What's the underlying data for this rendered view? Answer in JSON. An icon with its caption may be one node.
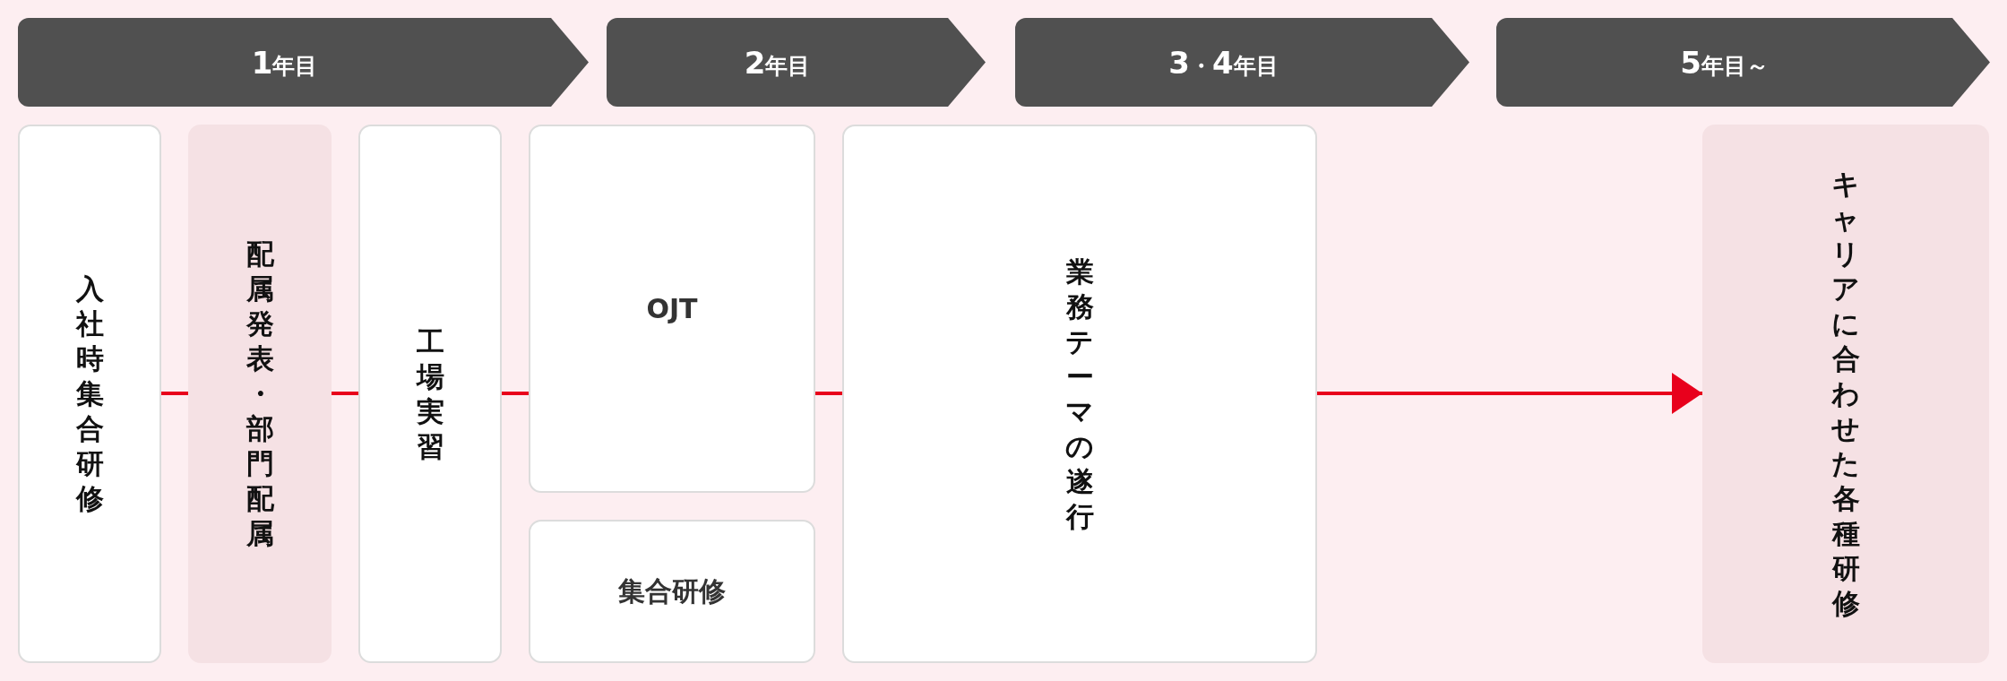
{
  "diagram": {
    "nodes": [
      {
        "text": [
          "1年目"
        ]
      },
      {
        "text": [
          "2年目"
        ]
      },
      {
        "text": [
          "3・4年目"
        ]
      },
      {
        "text": [
          "5年目～"
        ]
      },
      {
        "text": [
          "入社時集合研修"
        ]
      },
      {
        "text": [
          "配属発表・部門配属"
        ]
      },
      {
        "text": [
          "工場実習"
        ]
      },
      {
        "text": [
          "OJT"
        ]
      },
      {
        "text": [
          "集合研修"
        ]
      },
      {
        "text": [
          "業務テーマの遂行"
        ]
      },
      {
        "text": [
          "キャリアに合わせた各種研修"
        ]
      }
    ],
    "edges": [
      {
        "from": 4,
        "to": 5,
        "arrow": "none"
      },
      {
        "from": 5,
        "to": 6,
        "arrow": "none"
      },
      {
        "from": 6,
        "to": 7,
        "arrow": "none"
      },
      {
        "from": 7,
        "to": 9,
        "arrow": "none"
      },
      {
        "from": 9,
        "to": 10,
        "arrow": "to"
      }
    ]
  }
}
